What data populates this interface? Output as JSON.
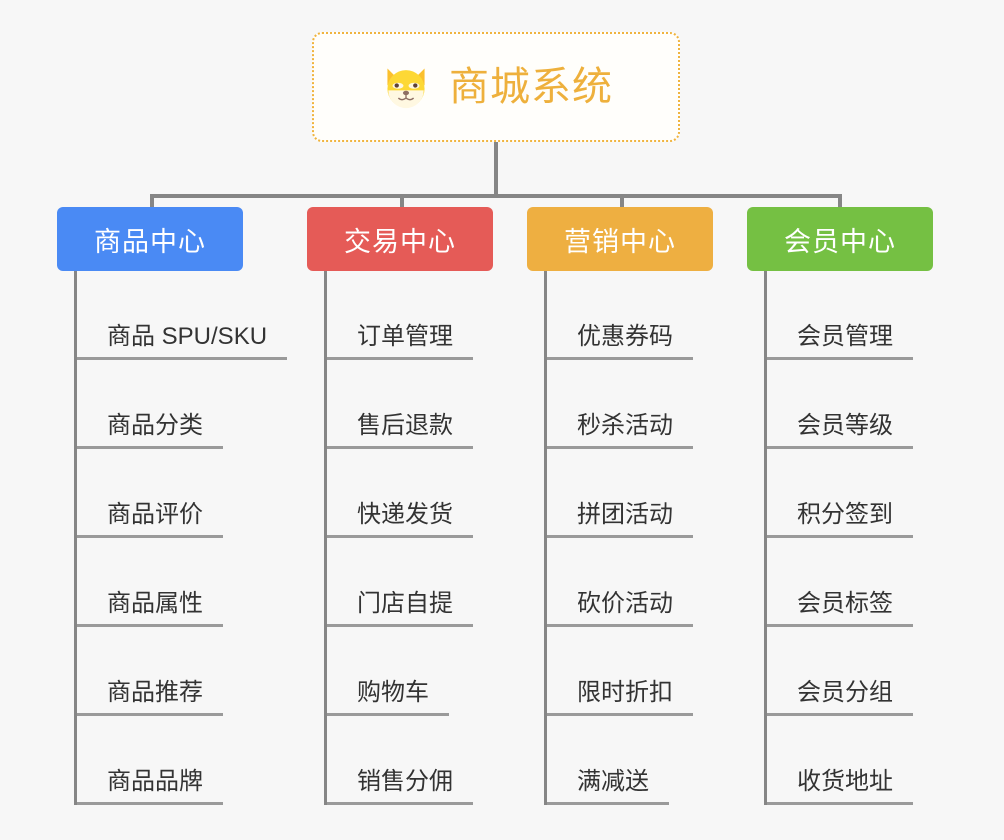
{
  "root": {
    "title": "商城系统",
    "icon": "shiba-dog-face-icon",
    "border_color": "#f0b43f",
    "text_color": "#eeb03c"
  },
  "connector_color": "#868686",
  "background_color": "#f7f7f7",
  "columns": [
    {
      "title": "商品中心",
      "color": "#4a8af4",
      "items": [
        "商品 SPU/SKU",
        "商品分类",
        "商品评价",
        "商品属性",
        "商品推荐",
        "商品品牌"
      ]
    },
    {
      "title": "交易中心",
      "color": "#e55b57",
      "items": [
        "订单管理",
        "售后退款",
        "快递发货",
        "门店自提",
        "购物车",
        "销售分佣"
      ]
    },
    {
      "title": "营销中心",
      "color": "#eeaf41",
      "items": [
        "优惠券码",
        "秒杀活动",
        "拼团活动",
        "砍价活动",
        "限时折扣",
        "满减送"
      ]
    },
    {
      "title": "会员中心",
      "color": "#75c043",
      "items": [
        "会员管理",
        "会员等级",
        "积分签到",
        "会员标签",
        "会员分组",
        "收货地址"
      ]
    }
  ]
}
